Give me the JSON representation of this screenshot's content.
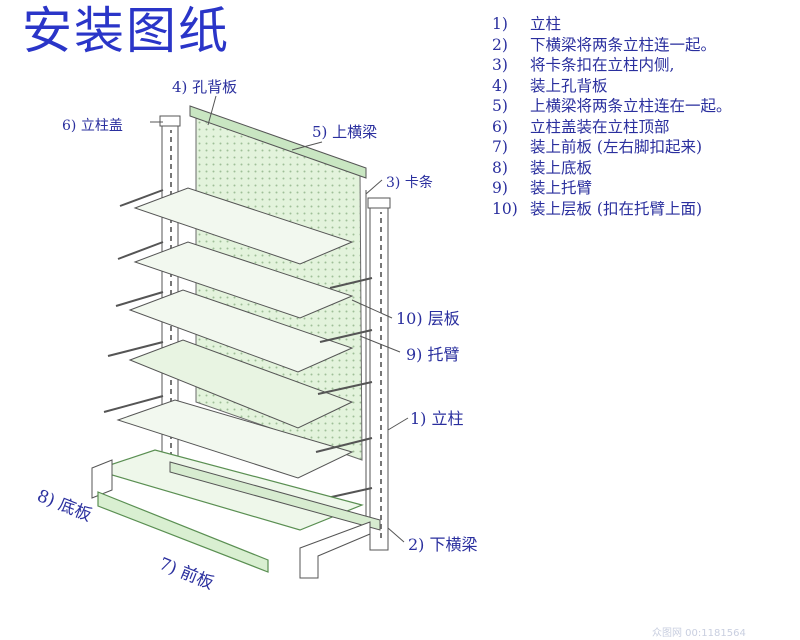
{
  "title": "安装图纸",
  "steps": [
    {
      "num": "1)",
      "text": "立柱"
    },
    {
      "num": "2)",
      "text": "下横梁将两条立柱连一起。"
    },
    {
      "num": "3)",
      "text": "将卡条扣在立柱内侧,"
    },
    {
      "num": "4)",
      "text": "装上孔背板"
    },
    {
      "num": "5)",
      "text": "上横梁将两条立柱连在一起。"
    },
    {
      "num": "6)",
      "text": "立柱盖装在立柱顶部"
    },
    {
      "num": "7)",
      "text": "装上前板  (左右脚扣起来)"
    },
    {
      "num": "8)",
      "text": "装上底板"
    },
    {
      "num": "9)",
      "text": "装上托臂"
    },
    {
      "num": "10)",
      "text": "装上层板 (扣在托臂上面)"
    }
  ],
  "callouts": {
    "back_panel": "4) 孔背板",
    "post_cap": "6) 立柱盖",
    "top_beam": "5) 上横梁",
    "clip_strip": "3) 卡条",
    "shelf": "10) 层板",
    "bracket": "9) 托臂",
    "upright": "1) 立柱",
    "bottom_beam": "2) 下横梁",
    "base_plate": "8) 底板",
    "front_panel": "7) 前板"
  },
  "watermark": "众图网   00:1181564",
  "colors": {
    "title": "#2a35c8",
    "text": "#2a2f9e",
    "line": "#555555",
    "panel": "#cfe8c8"
  }
}
